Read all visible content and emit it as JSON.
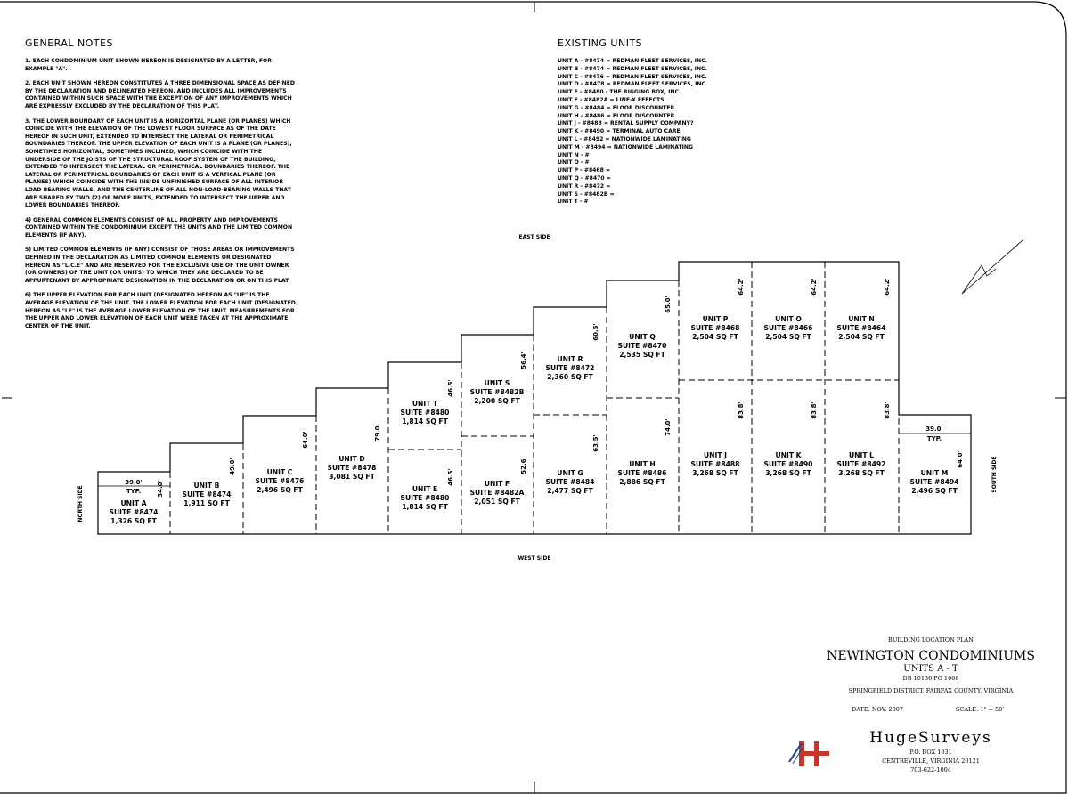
{
  "general_notes": {
    "heading": "GENERAL NOTES",
    "paragraphs": [
      "1. EACH CONDOMINIUM UNIT SHOWN HEREON IS DESIGNATED BY A LETTER, FOR EXAMPLE \"A\".",
      "2. EACH UNIT SHOWN HEREON CONSTITUTES A THREE DIMENSIONAL SPACE AS DEFINED BY THE DECLARATION AND DELINEATED HEREON, AND INCLUDES ALL IMPROVEMENTS CONTAINED WITHIN SUCH SPACE WITH THE EXCEPTION OF ANY IMPROVEMENTS WHICH ARE EXPRESSLY EXCLUDED BY THE DECLARATION OF THIS PLAT.",
      "3. THE LOWER BOUNDARY OF EACH UNIT IS A HORIZONTAL PLANE (OR PLANES) WHICH COINCIDE WITH THE ELEVATION OF THE LOWEST FLOOR SURFACE AS OF THE DATE HEREOF IN SUCH UNIT, EXTENDED TO INTERSECT THE LATERAL OR PERIMETRICAL BOUNDARIES THEREOF. THE UPPER ELEVATION OF EACH UNIT IS A PLANE (OR PLANES), SOMETIMES HORIZONTAL, SOMETIMES INCLINED, WHICH COINCIDE WITH THE UNDERSIDE OF THE JOISTS OF THE STRUCTURAL ROOF SYSTEM OF THE BUILDING, EXTENDED TO INTERSECT THE LATERAL OR PERIMETRICAL BOUNDARIES THEREOF. THE LATERAL OR PERIMETRICAL BOUNDARIES OF EACH UNIT IS A VERTICAL PLANE (OR PLANES) WHICH COINCIDE WITH THE INSIDE UNFINISHED SURFACE OF ALL INTERIOR LOAD BEARING WALLS, AND THE CENTERLINE OF ALL NON-LOAD-BEARING WALLS THAT ARE SHARED BY TWO (2) OR MORE UNITS, EXTENDED TO INTERSECT THE UPPER AND LOWER BOUNDARIES THEREOF.",
      "4) GENERAL COMMON ELEMENTS CONSIST OF ALL PROPERTY AND IMPROVEMENTS CONTAINED WITHIN THE CONDOMINIUM EXCEPT THE UNITS AND THE LIMITED COMMON ELEMENTS (IF ANY).",
      "5) LIMITED COMMON ELEMENTS (IF ANY) CONSIST OF THOSE AREAS OR IMPROVEMENTS DEFINED IN THE DECLARATION AS LIMITED COMMON ELEMENTS OR DESIGNATED HEREON AS \"L.C.E\" AND ARE RESERVED FOR THE EXCLUSIVE USE OF THE UNIT OWNER (OR OWNERS) OF THE UNIT (OR UNITS) TO WHICH THEY ARE DECLARED TO BE APPURTENANT BY APPROPRIATE DESIGNATION IN THE DECLARATION OR ON THIS PLAT.",
      "6) THE UPPER ELEVATION FOR EACH UNIT (DESIGNATED HEREON AS \"UE\" IS THE AVERAGE ELEVATION OF THE UNIT. THE LOWER ELEVATION FOR EACH UNIT (DESIGNATED HEREON AS \"LE\" IS THE AVERAGE LOWER ELEVATION OF THE UNIT. MEASUREMENTS FOR THE UPPER AND LOWER ELEVATION OF EACH UNIT WERE TAKEN AT THE APPROXIMATE CENTER OF THE UNIT."
    ]
  },
  "existing_units": {
    "heading": "EXISTING UNITS",
    "items": [
      "UNIT A - #8474 = REDMAN FLEET SERVICES, INC.",
      "UNIT B - #8474 = REDMAN FLEET SERVICES, INC.",
      "UNIT C - #8476 = REDMAN FLEET SERVICES, INC.",
      "UNIT D - #8478 = REDMAN FLEET SERVICES, INC.",
      "UNIT E - #8480 - THE RIGGING BOX, INC.",
      "UNIT F - #8482A = LINE-X EFFECTS",
      "UNIT G - #8484 = FLOOR DISCOUNTER",
      "UNIT H - #8486 = FLOOR DISCOUNTER",
      "UNIT J - #8488 = RENTAL SUPPLY COMPANY?",
      "UNIT K - #8490 = TERMINAL AUTO CARE",
      "UNIT L - #8492 = NATIONWIDE LAMINATING",
      "UNIT M - #8494 = NATIONWIDE LAMINATING",
      "UNIT N - #",
      "UNIT O - #",
      "UNIT P - #8468 =",
      "UNIT Q - #8470 =",
      "UNIT R - #8472 =",
      "UNIT S - #8482B =",
      "UNIT T - #"
    ]
  },
  "plan": {
    "east_side": "EAST SIDE",
    "west_side": "WEST SIDE",
    "north_side": "NORTH SIDE",
    "south_side": "SOUTH SIDE",
    "units": [
      {
        "name": "UNIT A",
        "suite": "SUITE #8474",
        "area": "1,326 SQ FT"
      },
      {
        "name": "UNIT B",
        "suite": "SUITE #8474",
        "area": "1,911 SQ FT"
      },
      {
        "name": "UNIT C",
        "suite": "SUITE #8476",
        "area": "2,496 SQ FT"
      },
      {
        "name": "UNIT D",
        "suite": "SUITE #8478",
        "area": "3,081 SQ FT"
      },
      {
        "name": "UNIT E",
        "suite": "SUITE #8480",
        "area": "1,814 SQ FT"
      },
      {
        "name": "UNIT T",
        "suite": "SUITE #8480",
        "area": "1,814 SQ FT"
      },
      {
        "name": "UNIT F",
        "suite": "SUITE #8482A",
        "area": "2,051 SQ FT"
      },
      {
        "name": "UNIT S",
        "suite": "SUITE #8482B",
        "area": "2,200 SQ FT"
      },
      {
        "name": "UNIT G",
        "suite": "SUITE #8484",
        "area": "2,477 SQ FT"
      },
      {
        "name": "UNIT R",
        "suite": "SUITE #8472",
        "area": "2,360 SQ FT"
      },
      {
        "name": "UNIT H",
        "suite": "SUITE #8486",
        "area": "2,886 SQ FT"
      },
      {
        "name": "UNIT Q",
        "suite": "SUITE #8470",
        "area": "2,535 SQ FT"
      },
      {
        "name": "UNIT J",
        "suite": "SUITE #8488",
        "area": "3,268 SQ FT"
      },
      {
        "name": "UNIT P",
        "suite": "SUITE #8468",
        "area": "2,504 SQ FT"
      },
      {
        "name": "UNIT K",
        "suite": "SUITE #8490",
        "area": "3,268 SQ FT"
      },
      {
        "name": "UNIT O",
        "suite": "SUITE #8466",
        "area": "2,504 SQ FT"
      },
      {
        "name": "UNIT L",
        "suite": "SUITE #8492",
        "area": "3,268 SQ FT"
      },
      {
        "name": "UNIT N",
        "suite": "SUITE #8464",
        "area": "2,504 SQ FT"
      },
      {
        "name": "UNIT M",
        "suite": "SUITE #8494",
        "area": "2,496 SQ FT"
      }
    ],
    "dimensions": {
      "a_width": "39.0'",
      "a_typ": "TYP.",
      "a_depth": "34.0'",
      "b": "49.0'",
      "c": "64.0'",
      "d": "79.0'",
      "t": "46.5'",
      "e": "46.5'",
      "s": "56.4'",
      "f": "52.6'",
      "r": "60.5'",
      "g": "63.5'",
      "q": "65.0'",
      "h": "74.0'",
      "p": "64.2'",
      "o": "64.2'",
      "n": "64.2'",
      "j": "83.8'",
      "k": "83.8'",
      "l": "83.8'",
      "m_width": "39.0'",
      "m_typ": "TYP.",
      "m_depth": "64.0'"
    }
  },
  "title_block": {
    "kind": "BUILDING LOCATION PLAN",
    "name": "NEWINGTON CONDOMINIUMS",
    "units": "UNITS A - T",
    "deed": "DB 10136 PG 1068",
    "district": "SPRINGFIELD DISTRICT, FAIRFAX COUNTY, VIRGINIA",
    "date": "DATE: NOV. 2007",
    "scale": "SCALE: 1\" = 50'",
    "company": "HugeSurveys",
    "box": "P.O. BOX 1031",
    "city": "CENTREVILLE, VIRGINIA 20121",
    "phone": "703-622-1004"
  },
  "colors": {
    "logo_red": "#c0392b",
    "logo_blue": "#1f3f8f"
  }
}
